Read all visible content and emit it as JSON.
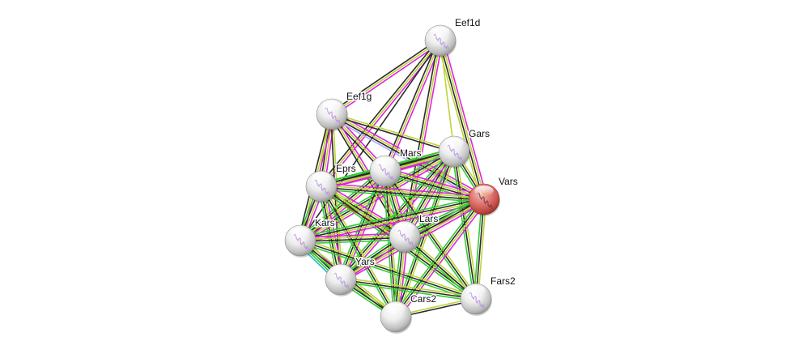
{
  "diagram": {
    "type": "protein-interaction-network",
    "edge_colors": {
      "neighborhood": "#33cc33",
      "gene_fusion": "#ff2020",
      "cooccurrence": "#2a6eff",
      "coexpression": "#2b2b2b",
      "experiments": "#dd22dd",
      "databases": "#22b5d6",
      "textmining": "#bcd636",
      "homology": "#b3a0ff"
    },
    "query_node_color": "#d9534f",
    "default_node_color": "#e6e6e6",
    "nodes": [
      {
        "id": "Eef1d",
        "label": "Eef1d",
        "query": false
      },
      {
        "id": "Eef1g",
        "label": "Eef1g",
        "query": false
      },
      {
        "id": "Gars",
        "label": "Gars",
        "query": false
      },
      {
        "id": "Mars",
        "label": "Mars",
        "query": false
      },
      {
        "id": "Eprs",
        "label": "Eprs",
        "query": false
      },
      {
        "id": "Vars",
        "label": "Vars",
        "query": true
      },
      {
        "id": "Kars",
        "label": "Kars",
        "query": false
      },
      {
        "id": "Lars",
        "label": "Lars",
        "query": false
      },
      {
        "id": "Yars",
        "label": "Yars",
        "query": false
      },
      {
        "id": "Cars2",
        "label": "Cars2",
        "query": false
      },
      {
        "id": "Fars2",
        "label": "Fars2",
        "query": false
      }
    ],
    "edges": [
      {
        "a": "Eef1d",
        "b": "Eef1g",
        "types": [
          "experiments",
          "textmining",
          "coexpression"
        ]
      },
      {
        "a": "Eef1d",
        "b": "Eprs",
        "types": [
          "experiments",
          "textmining",
          "coexpression"
        ]
      },
      {
        "a": "Eef1d",
        "b": "Mars",
        "types": [
          "experiments",
          "textmining",
          "coexpression"
        ]
      },
      {
        "a": "Eef1d",
        "b": "Vars",
        "types": [
          "experiments",
          "textmining",
          "coexpression",
          "textmining"
        ]
      },
      {
        "a": "Eef1d",
        "b": "Lars",
        "types": [
          "experiments",
          "textmining",
          "coexpression"
        ]
      },
      {
        "a": "Eef1d",
        "b": "Kars",
        "types": [
          "coexpression"
        ]
      },
      {
        "a": "Eef1d",
        "b": "Gars",
        "types": [
          "textmining"
        ]
      },
      {
        "a": "Eef1g",
        "b": "Eprs",
        "types": [
          "experiments",
          "textmining",
          "coexpression",
          "textmining"
        ]
      },
      {
        "a": "Eef1g",
        "b": "Mars",
        "types": [
          "experiments",
          "textmining",
          "coexpression"
        ]
      },
      {
        "a": "Eef1g",
        "b": "Vars",
        "types": [
          "experiments",
          "textmining",
          "coexpression",
          "homology"
        ]
      },
      {
        "a": "Eef1g",
        "b": "Kars",
        "types": [
          "experiments",
          "textmining",
          "coexpression"
        ]
      },
      {
        "a": "Eef1g",
        "b": "Lars",
        "types": [
          "experiments",
          "textmining",
          "coexpression"
        ]
      },
      {
        "a": "Eef1g",
        "b": "Yars",
        "types": [
          "textmining",
          "coexpression"
        ]
      },
      {
        "a": "Eef1g",
        "b": "Gars",
        "types": [
          "textmining",
          "coexpression"
        ]
      },
      {
        "a": "Gars",
        "b": "Mars",
        "types": [
          "experiments",
          "textmining",
          "coexpression",
          "neighborhood"
        ]
      },
      {
        "a": "Gars",
        "b": "Eprs",
        "types": [
          "experiments",
          "textmining",
          "coexpression",
          "neighborhood"
        ]
      },
      {
        "a": "Gars",
        "b": "Vars",
        "types": [
          "textmining",
          "coexpression",
          "neighborhood"
        ]
      },
      {
        "a": "Gars",
        "b": "Kars",
        "types": [
          "experiments",
          "textmining",
          "coexpression",
          "neighborhood"
        ]
      },
      {
        "a": "Gars",
        "b": "Lars",
        "types": [
          "experiments",
          "textmining",
          "coexpression",
          "neighborhood"
        ]
      },
      {
        "a": "Gars",
        "b": "Yars",
        "types": [
          "experiments",
          "textmining",
          "coexpression",
          "neighborhood"
        ]
      },
      {
        "a": "Gars",
        "b": "Cars2",
        "types": [
          "textmining",
          "coexpression",
          "neighborhood"
        ]
      },
      {
        "a": "Gars",
        "b": "Fars2",
        "types": [
          "textmining",
          "coexpression",
          "neighborhood"
        ]
      },
      {
        "a": "Mars",
        "b": "Eprs",
        "types": [
          "experiments",
          "textmining",
          "coexpression",
          "neighborhood"
        ]
      },
      {
        "a": "Mars",
        "b": "Vars",
        "types": [
          "experiments",
          "textmining",
          "coexpression",
          "neighborhood"
        ]
      },
      {
        "a": "Mars",
        "b": "Kars",
        "types": [
          "experiments",
          "textmining",
          "coexpression",
          "neighborhood"
        ]
      },
      {
        "a": "Mars",
        "b": "Lars",
        "types": [
          "experiments",
          "textmining",
          "coexpression",
          "neighborhood"
        ]
      },
      {
        "a": "Mars",
        "b": "Yars",
        "types": [
          "experiments",
          "textmining",
          "coexpression",
          "neighborhood"
        ]
      },
      {
        "a": "Mars",
        "b": "Cars2",
        "types": [
          "textmining",
          "coexpression",
          "neighborhood"
        ]
      },
      {
        "a": "Mars",
        "b": "Fars2",
        "types": [
          "textmining",
          "coexpression",
          "neighborhood"
        ]
      },
      {
        "a": "Eprs",
        "b": "Vars",
        "types": [
          "experiments",
          "textmining",
          "coexpression",
          "neighborhood"
        ]
      },
      {
        "a": "Eprs",
        "b": "Kars",
        "types": [
          "experiments",
          "textmining",
          "coexpression",
          "neighborhood"
        ]
      },
      {
        "a": "Eprs",
        "b": "Lars",
        "types": [
          "experiments",
          "textmining",
          "coexpression",
          "neighborhood",
          "gene_fusion"
        ]
      },
      {
        "a": "Eprs",
        "b": "Yars",
        "types": [
          "experiments",
          "textmining",
          "coexpression",
          "neighborhood"
        ]
      },
      {
        "a": "Eprs",
        "b": "Cars2",
        "types": [
          "textmining",
          "coexpression",
          "neighborhood"
        ]
      },
      {
        "a": "Eprs",
        "b": "Fars2",
        "types": [
          "textmining",
          "coexpression",
          "neighborhood"
        ]
      },
      {
        "a": "Vars",
        "b": "Kars",
        "types": [
          "experiments",
          "textmining",
          "coexpression",
          "neighborhood"
        ]
      },
      {
        "a": "Vars",
        "b": "Lars",
        "types": [
          "experiments",
          "textmining",
          "coexpression",
          "neighborhood"
        ]
      },
      {
        "a": "Vars",
        "b": "Yars",
        "types": [
          "experiments",
          "textmining",
          "coexpression",
          "neighborhood"
        ]
      },
      {
        "a": "Vars",
        "b": "Cars2",
        "types": [
          "experiments",
          "textmining",
          "coexpression",
          "neighborhood"
        ]
      },
      {
        "a": "Vars",
        "b": "Fars2",
        "types": [
          "textmining",
          "coexpression",
          "neighborhood"
        ]
      },
      {
        "a": "Kars",
        "b": "Lars",
        "types": [
          "experiments",
          "textmining",
          "coexpression",
          "neighborhood"
        ]
      },
      {
        "a": "Kars",
        "b": "Yars",
        "types": [
          "experiments",
          "textmining",
          "coexpression",
          "neighborhood",
          "databases"
        ]
      },
      {
        "a": "Kars",
        "b": "Cars2",
        "types": [
          "textmining",
          "coexpression",
          "neighborhood"
        ]
      },
      {
        "a": "Kars",
        "b": "Fars2",
        "types": [
          "textmining",
          "coexpression",
          "neighborhood"
        ]
      },
      {
        "a": "Lars",
        "b": "Yars",
        "types": [
          "experiments",
          "textmining",
          "coexpression",
          "neighborhood"
        ]
      },
      {
        "a": "Lars",
        "b": "Cars2",
        "types": [
          "experiments",
          "textmining",
          "coexpression",
          "neighborhood"
        ]
      },
      {
        "a": "Lars",
        "b": "Fars2",
        "types": [
          "textmining",
          "coexpression",
          "neighborhood"
        ]
      },
      {
        "a": "Yars",
        "b": "Cars2",
        "types": [
          "textmining",
          "coexpression",
          "neighborhood"
        ]
      },
      {
        "a": "Yars",
        "b": "Fars2",
        "types": [
          "textmining",
          "coexpression",
          "neighborhood"
        ]
      },
      {
        "a": "Cars2",
        "b": "Fars2",
        "types": [
          "textmining",
          "coexpression"
        ]
      }
    ]
  }
}
